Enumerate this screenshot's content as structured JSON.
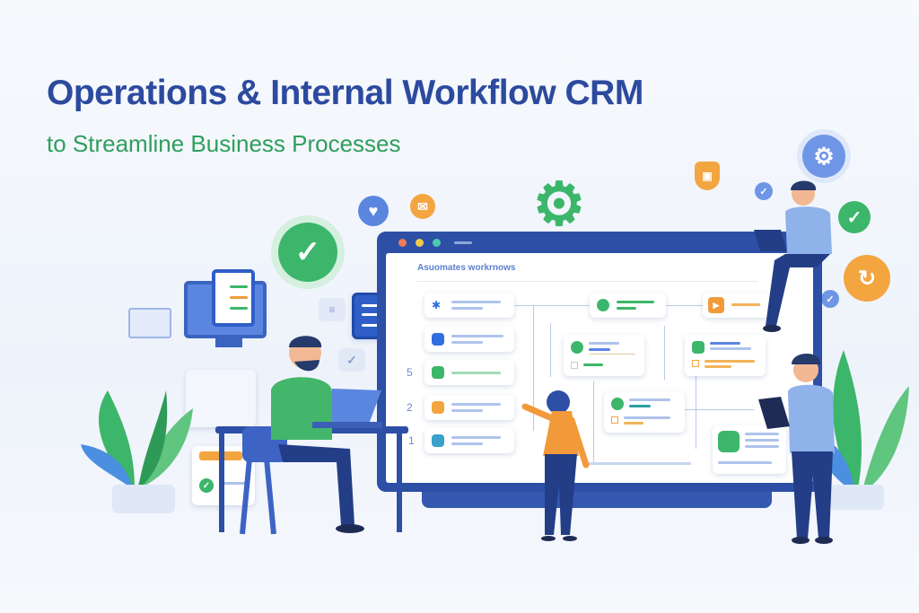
{
  "header": {
    "title": "Operations & Internal Workflow CRM",
    "subtitle": "to Streamline Business Processes"
  },
  "screen": {
    "heading": "Asuomates workrnows",
    "step_numbers": [
      "5",
      "2",
      "1"
    ]
  },
  "colors": {
    "title": "#2c4a9e",
    "subtitle": "#2f9e5c",
    "monitor": "#2d4fa6",
    "green": "#3cb66a",
    "orange": "#f29a3a",
    "blue": "#2f6fe0"
  },
  "icons": [
    "check-circle-icon",
    "heart-icon",
    "mail-icon",
    "gear-icon",
    "shield-icon",
    "settings-icon",
    "check-icon",
    "refresh-check-icon",
    "clipboard-icon",
    "chat-icon",
    "play-icon"
  ]
}
